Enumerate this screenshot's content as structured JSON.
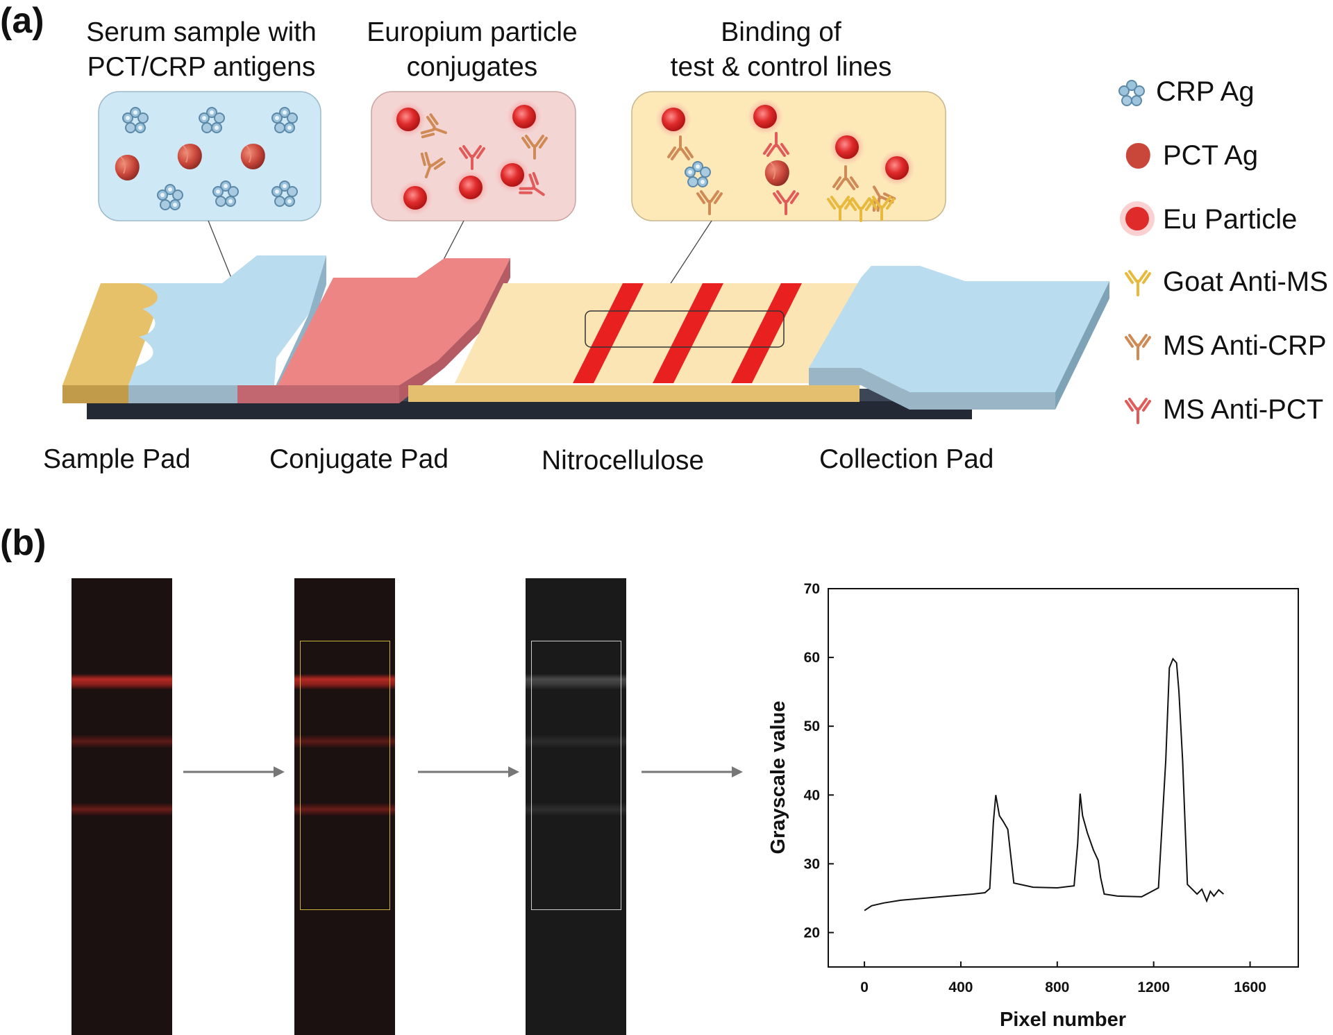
{
  "panel_a": {
    "label": "(a)",
    "captions": {
      "serum_line1": "Serum sample with",
      "serum_line2": "PCT/CRP antigens",
      "euro_line1": "Europium particle",
      "euro_line2": "conjugates",
      "binding_line1": "Binding of",
      "binding_line2": "test & control lines"
    },
    "pad_labels": {
      "sample": "Sample Pad",
      "conjugate": "Conjugate Pad",
      "nitro": "Nitrocellulose",
      "collection": "Collection Pad"
    },
    "legend": [
      {
        "label": "CRP Ag",
        "icon": "crp-antigen-icon"
      },
      {
        "label": "PCT Ag",
        "icon": "pct-antigen-icon"
      },
      {
        "label": "Eu Particle",
        "icon": "eu-particle-icon"
      },
      {
        "label": "Goat Anti-MS",
        "icon": "goat-anti-ms-icon",
        "color": "#e8b93c"
      },
      {
        "label": "MS Anti-CRP",
        "icon": "ms-anti-crp-icon",
        "color": "#cf8a55"
      },
      {
        "label": "MS Anti-PCT",
        "icon": "ms-anti-pct-icon",
        "color": "#e25a5a"
      }
    ],
    "colors": {
      "sample_pad": "#b9dcef",
      "conjugate_pad": "#ee8585",
      "nitrocellulose": "#fbe5b4",
      "test_lines": "#e82020",
      "eu_particle": "#e02b2b"
    }
  },
  "panel_b": {
    "label": "(b)"
  },
  "chart_data": {
    "type": "line",
    "title": "",
    "xlabel": "Pixel number",
    "ylabel": "Grayscale value",
    "xlim": [
      -150,
      1800
    ],
    "ylim": [
      15,
      70
    ],
    "xticks": [
      0,
      400,
      800,
      1200,
      1600
    ],
    "yticks": [
      20,
      30,
      40,
      50,
      60,
      70
    ],
    "grid": false,
    "series": [
      {
        "x": [
          0,
          30,
          80,
          150,
          250,
          350,
          450,
          500,
          520,
          535,
          545,
          560,
          575,
          595,
          620,
          700,
          800,
          870,
          885,
          895,
          905,
          925,
          950,
          970,
          980,
          995,
          1050,
          1150,
          1220,
          1250,
          1265,
          1280,
          1295,
          1305,
          1320,
          1340,
          1380,
          1400,
          1420,
          1435,
          1450,
          1470,
          1490
        ],
        "y": [
          23.2,
          23.9,
          24.3,
          24.7,
          25.0,
          25.3,
          25.6,
          25.8,
          26.4,
          36.0,
          40.0,
          37.0,
          36.2,
          35.0,
          27.2,
          26.6,
          26.5,
          26.8,
          33.0,
          40.2,
          37.0,
          34.5,
          32.0,
          30.5,
          28.0,
          25.6,
          25.3,
          25.2,
          26.5,
          45.0,
          58.5,
          59.8,
          59.2,
          55.0,
          45.0,
          27.0,
          25.6,
          26.3,
          24.6,
          26.0,
          25.3,
          26.2,
          25.6
        ]
      }
    ]
  }
}
